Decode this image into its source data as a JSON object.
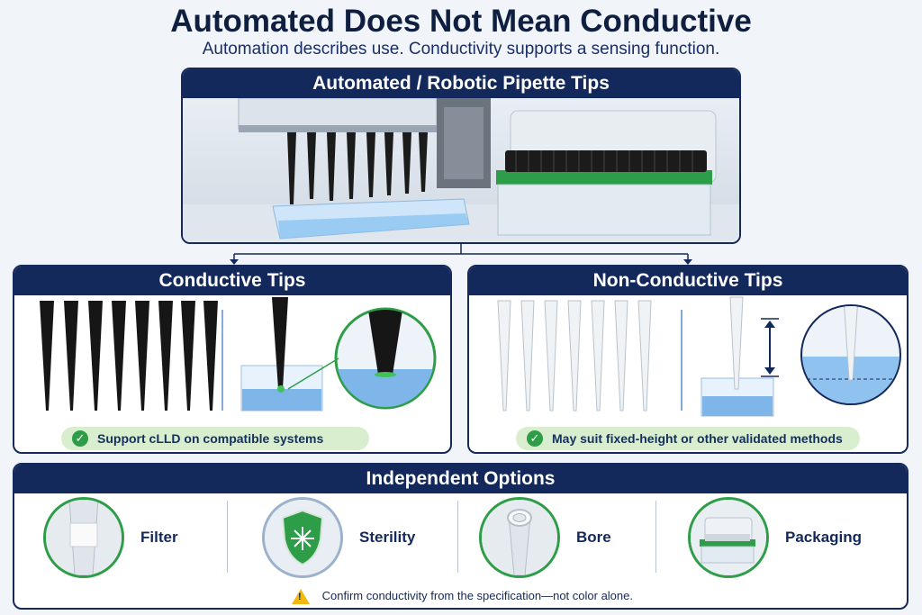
{
  "header": {
    "title": "Automated Does Not Mean Conductive",
    "subtitle": "Automation describes use. Conductivity supports a sensing function."
  },
  "top_panel": {
    "title": "Automated / Robotic Pipette Tips"
  },
  "conductive": {
    "title": "Conductive Tips",
    "badge": "Support cLLD on compatible systems"
  },
  "non_conductive": {
    "title": "Non-Conductive Tips",
    "badge": "May suit fixed-height or other validated methods"
  },
  "independent": {
    "title": "Independent Options",
    "options": [
      {
        "label": "Filter",
        "icon": "filter-tip-icon"
      },
      {
        "label": "Sterility",
        "icon": "shield-icon"
      },
      {
        "label": "Bore",
        "icon": "bore-icon"
      },
      {
        "label": "Packaging",
        "icon": "tip-rack-icon"
      }
    ],
    "warning": "Confirm conductivity from the specification—not color alone."
  },
  "colors": {
    "navy": "#13295b",
    "green": "#2e9d48",
    "badge_bg": "#d9edcf",
    "warning": "#f2b90f",
    "liquid": "#7fb6ea"
  }
}
